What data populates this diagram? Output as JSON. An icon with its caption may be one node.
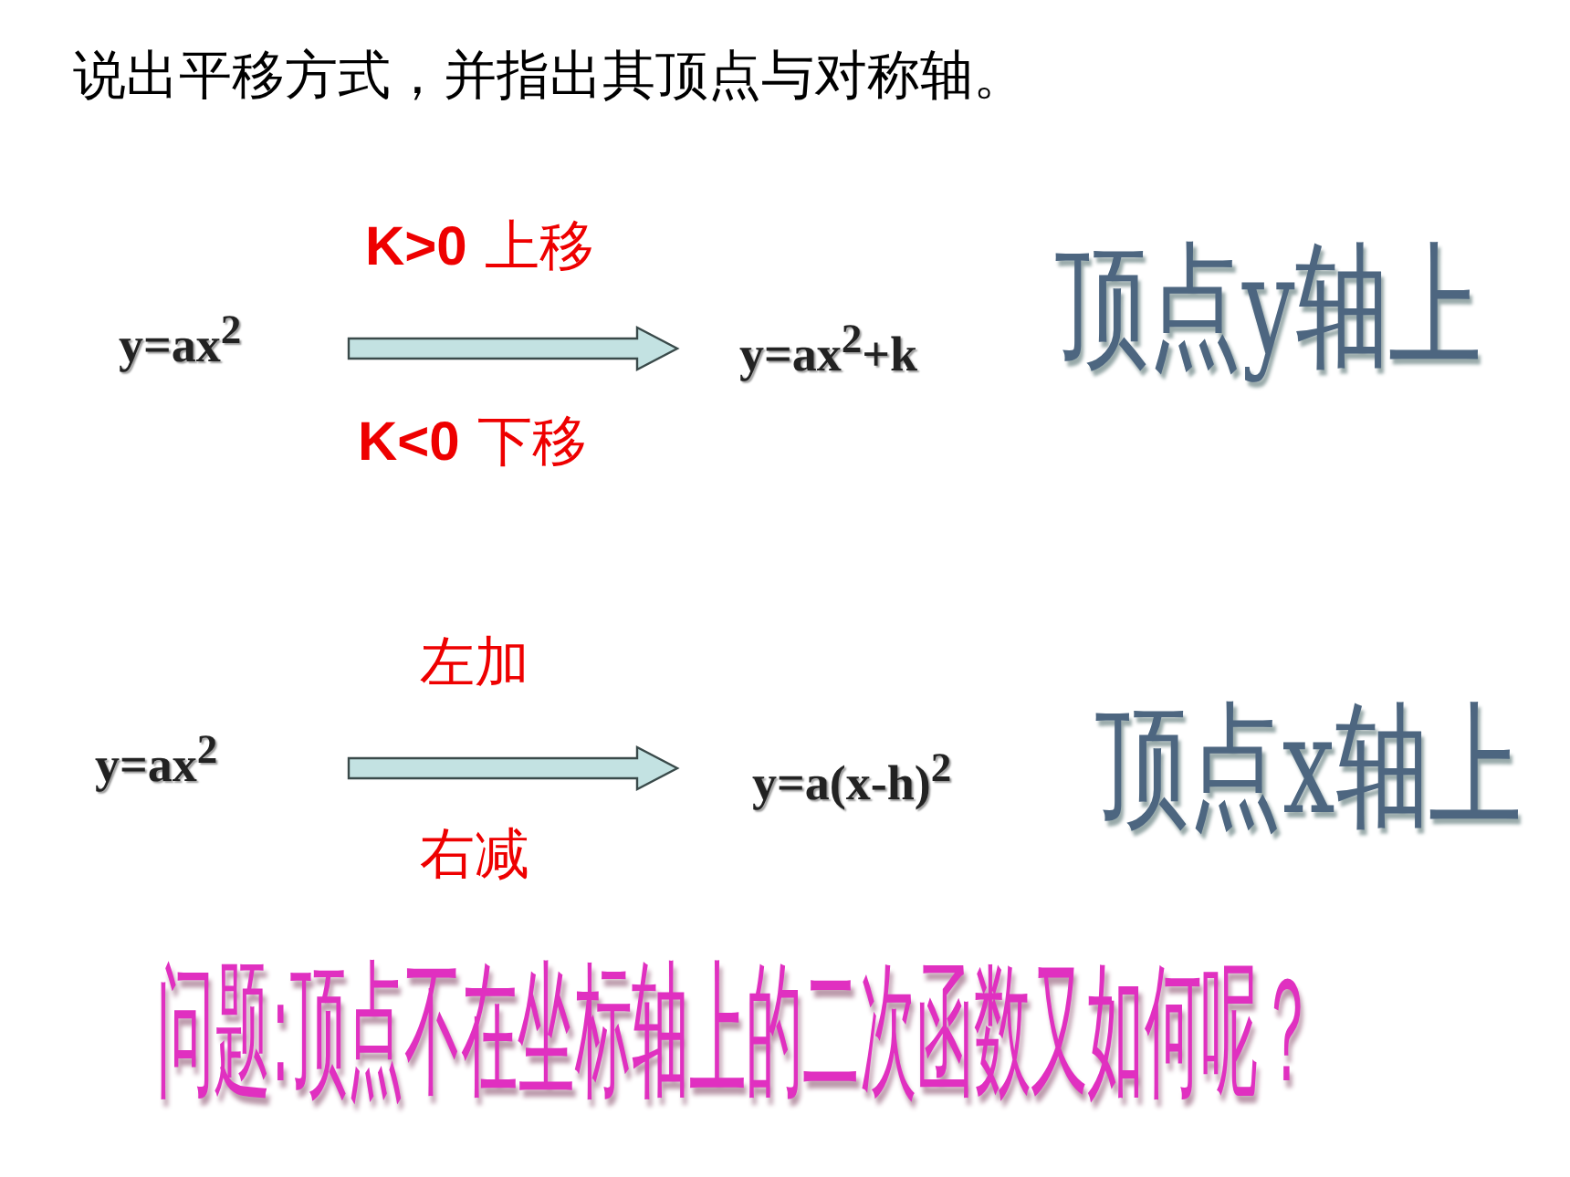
{
  "diagram": {
    "title": "说出平移方式，并指出其顶点与对称轴。",
    "nodes": [
      {
        "text": [
          "y=ax$^{2}$"
        ]
      },
      {
        "text": [
          "y=ax$^{2}$+k"
        ]
      },
      {
        "text": [
          "y=ax$^{2}$"
        ]
      },
      {
        "text": [
          "y=a(x-h)$^{2}$"
        ]
      }
    ],
    "edges": [
      {
        "from": 0,
        "to": 1,
        "arrow": "to",
        "style": "thick"
      },
      {
        "from": 2,
        "to": 3,
        "arrow": "to",
        "style": "thick"
      }
    ],
    "labels": [
      "K>0 上移",
      "顶点y轴上",
      "K<0 下移",
      "左加",
      "顶点x轴上",
      "右减",
      "问题:顶点不在坐标轴上的二次函数又如何呢？"
    ]
  }
}
